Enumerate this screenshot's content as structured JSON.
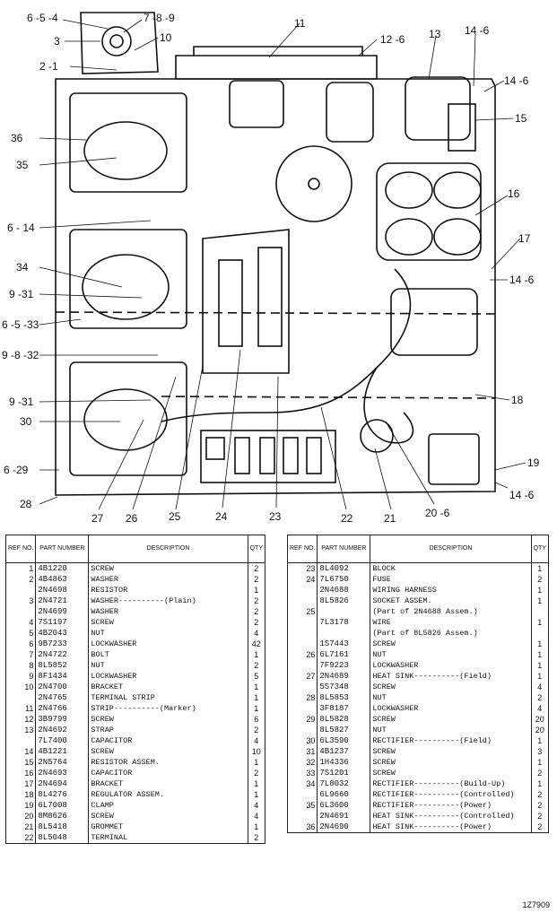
{
  "callouts": {
    "top_left": [
      "6 -5 -4",
      "3",
      "2 -1"
    ],
    "top": [
      "7 -8 -9",
      "10",
      "11",
      "12 -6",
      "13",
      "14 -6"
    ],
    "right": [
      "14 -6",
      "15",
      "16",
      "17",
      "14 -6",
      "18",
      "19",
      "14 -6"
    ],
    "left": [
      "36",
      "35",
      "6 - 14",
      "34",
      "9 -31",
      "6 -5 -33",
      "9 -8 -32",
      "9 -31",
      "30",
      "6 -29",
      "28"
    ],
    "bottom": [
      "27",
      "26",
      "25",
      "24",
      "23",
      "22",
      "21",
      "20 -6"
    ]
  },
  "table_headers": {
    "ref": "REF NO.",
    "part": "PART NUMBER",
    "desc": "DESCRIPTION",
    "qty": "QTY"
  },
  "left_table": [
    {
      "ref": "1",
      "part": "4B1220",
      "desc": "SCREW",
      "qty": "2"
    },
    {
      "ref": "2",
      "part": "4B4863",
      "desc": "WASHER",
      "qty": "2"
    },
    {
      "ref": "",
      "part": "2N4698",
      "desc": "RESISTOR",
      "qty": "1"
    },
    {
      "ref": "3",
      "part": "2N4721",
      "desc": "WASHER----------(Plain)",
      "qty": "2"
    },
    {
      "ref": "",
      "part": "2N4699",
      "desc": "WASHER",
      "qty": "2"
    },
    {
      "ref": "4",
      "part": "7S1197",
      "desc": "SCREW",
      "qty": "2"
    },
    {
      "ref": "5",
      "part": "4B2043",
      "desc": "NUT",
      "qty": "4"
    },
    {
      "ref": "6",
      "part": "9B7233",
      "desc": "LOCKWASHER",
      "qty": "42"
    },
    {
      "ref": "7",
      "part": "2N4722",
      "desc": "BOLT",
      "qty": "1"
    },
    {
      "ref": "8",
      "part": "8L5852",
      "desc": "NUT",
      "qty": "2"
    },
    {
      "ref": "9",
      "part": "8F1434",
      "desc": "LOCKWASHER",
      "qty": "5"
    },
    {
      "ref": "10",
      "part": "2N4700",
      "desc": "BRACKET",
      "qty": "1"
    },
    {
      "ref": "",
      "part": "2N4765",
      "desc": "TERMINAL STRIP",
      "qty": "1"
    },
    {
      "ref": "11",
      "part": "2N4766",
      "desc": "STRIP----------(Marker)",
      "qty": "1"
    },
    {
      "ref": "12",
      "part": "3B9799",
      "desc": "SCREW",
      "qty": "6"
    },
    {
      "ref": "13",
      "part": "2N4692",
      "desc": "STRAP",
      "qty": "2"
    },
    {
      "ref": "",
      "part": "7L7400",
      "desc": "CAPACITOR",
      "qty": "4"
    },
    {
      "ref": "14",
      "part": "4B1221",
      "desc": "SCREW",
      "qty": "10"
    },
    {
      "ref": "15",
      "part": "2N5764",
      "desc": "RESISTOR ASSEM.",
      "qty": "1"
    },
    {
      "ref": "16",
      "part": "2N4693",
      "desc": "CAPACITOR",
      "qty": "2"
    },
    {
      "ref": "17",
      "part": "2N4694",
      "desc": "BRACKET",
      "qty": "1"
    },
    {
      "ref": "18",
      "part": "8L4276",
      "desc": "REGULATOR ASSEM.",
      "qty": "1"
    },
    {
      "ref": "19",
      "part": "6L7008",
      "desc": "CLAMP",
      "qty": "4"
    },
    {
      "ref": "20",
      "part": "8M8626",
      "desc": "SCREW",
      "qty": "4"
    },
    {
      "ref": "21",
      "part": "8L5418",
      "desc": "GROMMET",
      "qty": "1"
    },
    {
      "ref": "22",
      "part": "8L5048",
      "desc": "TERMINAL",
      "qty": "2"
    }
  ],
  "right_table": [
    {
      "ref": "23",
      "part": "8L4092",
      "desc": "BLOCK",
      "qty": "1",
      "indent": false
    },
    {
      "ref": "24",
      "part": "7L6750",
      "desc": "FUSE",
      "qty": "2",
      "indent": false
    },
    {
      "ref": "",
      "part": "2N4688",
      "desc": "WIRING HARNESS",
      "qty": "1",
      "indent": false
    },
    {
      "ref": "",
      "part": "8L5826",
      "desc": "SOCKET ASSEM.",
      "qty": "1",
      "indent": true
    },
    {
      "ref": "25",
      "part": "",
      "desc": "(Part of 2N4688 Assem.)",
      "qty": "",
      "indent": true
    },
    {
      "ref": "",
      "part": "7L3178",
      "desc": "WIRE",
      "qty": "1",
      "indent": true
    },
    {
      "ref": "",
      "part": "",
      "desc": "(Part of 8L5826 Assem.)",
      "qty": "",
      "indent": true
    },
    {
      "ref": "",
      "part": "1S7443",
      "desc": "SCREW",
      "qty": "1",
      "indent": false
    },
    {
      "ref": "26",
      "part": "6L7161",
      "desc": "NUT",
      "qty": "1",
      "indent": false
    },
    {
      "ref": "",
      "part": "7F9223",
      "desc": "LOCKWASHER",
      "qty": "1",
      "indent": false
    },
    {
      "ref": "27",
      "part": "2N4689",
      "desc": "HEAT SINK----------(Field)",
      "qty": "1",
      "indent": false
    },
    {
      "ref": "",
      "part": "5S7348",
      "desc": "SCREW",
      "qty": "4",
      "indent": false
    },
    {
      "ref": "28",
      "part": "8L5853",
      "desc": "NUT",
      "qty": "2",
      "indent": false
    },
    {
      "ref": "",
      "part": "3F8187",
      "desc": "LOCKWASHER",
      "qty": "4",
      "indent": false
    },
    {
      "ref": "29",
      "part": "8L5828",
      "desc": "SCREW",
      "qty": "20",
      "indent": false
    },
    {
      "ref": "",
      "part": "8L5827",
      "desc": "NUT",
      "qty": "20",
      "indent": false
    },
    {
      "ref": "30",
      "part": "6L3590",
      "desc": "RECTIFIER----------(Field)",
      "qty": "1",
      "indent": false
    },
    {
      "ref": "31",
      "part": "4B1237",
      "desc": "SCREW",
      "qty": "3",
      "indent": false
    },
    {
      "ref": "32",
      "part": "1H4336",
      "desc": "SCREW",
      "qty": "1",
      "indent": false
    },
    {
      "ref": "33",
      "part": "7S1201",
      "desc": "SCREW",
      "qty": "2",
      "indent": false
    },
    {
      "ref": "34",
      "part": "7L8032",
      "desc": "RECTIFIER----------(Build-Up)",
      "qty": "1",
      "indent": false
    },
    {
      "ref": "",
      "part": "6L9660",
      "desc": "RECTIFIER----------(Controlled)",
      "qty": "2",
      "indent": false
    },
    {
      "ref": "35",
      "part": "6L3600",
      "desc": "RECTIFIER----------(Power)",
      "qty": "2",
      "indent": false
    },
    {
      "ref": "",
      "part": "2N4691",
      "desc": "HEAT SINK----------(Controlled)",
      "qty": "2",
      "indent": false
    },
    {
      "ref": "36",
      "part": "2N4690",
      "desc": "HEAT SINK----------(Power)",
      "qty": "2",
      "indent": false
    }
  ],
  "drawing_number": "1Z7909"
}
